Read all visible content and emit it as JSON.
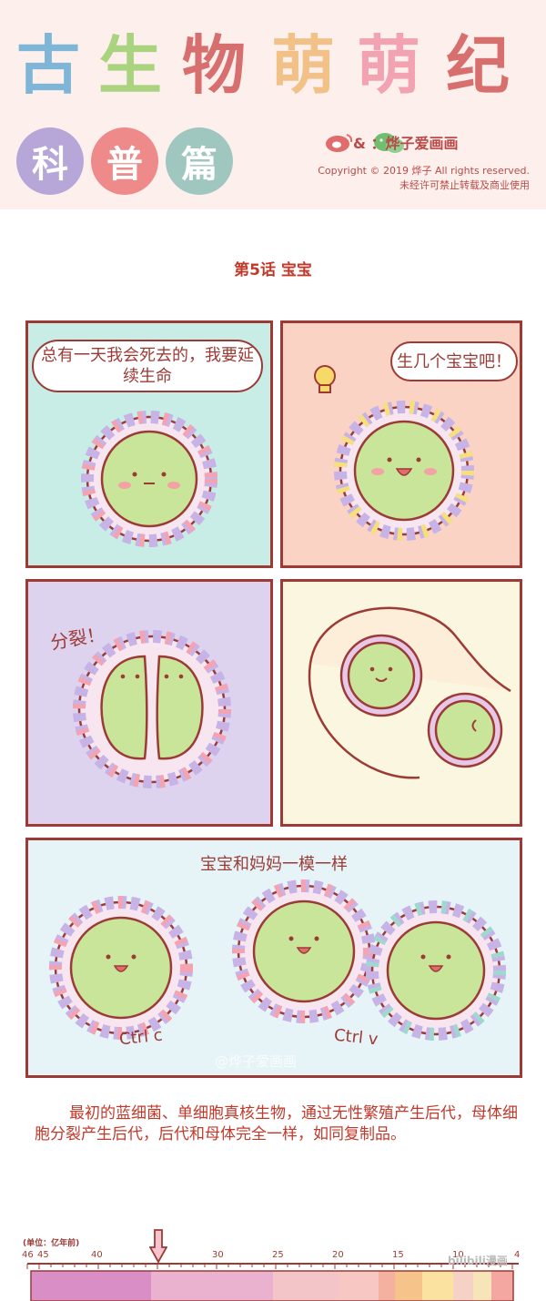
{
  "header": {
    "title_chars": [
      "古",
      "生",
      "物",
      "萌",
      "萌",
      "纪"
    ],
    "title_colors": [
      "#7fb6d8",
      "#a9d37f",
      "#d86f6f",
      "#f2c188",
      "#f2a2b0",
      "#d86f6f"
    ],
    "subtitle_chars": [
      "科",
      "普",
      "篇"
    ],
    "subtitle_colors": [
      "#b7a6d8",
      "#ef8a8a",
      "#9fc7c0"
    ],
    "author": "& ：烨子爱画画",
    "copyright": "Copyright © 2019 烨子 All rights reserved.",
    "copyright_note": "未经许可禁止转载及商业使用"
  },
  "episode_title": "第5话  宝宝",
  "panels": {
    "p1": {
      "bubble": "总有一天我会死去的，我要延续生命",
      "bg": "#c8ece6"
    },
    "p2": {
      "bubble": "生几个宝宝吧！",
      "bg": "#fbd3c4"
    },
    "p3": {
      "caption": "分裂！",
      "bg": "#ddd3ef"
    },
    "p4": {
      "bg": "#fbf6df"
    },
    "p5": {
      "caption": "宝宝和妈妈一模一样",
      "label_left": "Ctrl c",
      "label_right": "Ctrl v",
      "watermark": "@烨子爱画画",
      "bg": "#e6f3f7"
    }
  },
  "description": "最初的蓝细菌、单细胞真核生物，通过无性繁殖产生后代，母体细胞分裂产生后代，后代和母体完全一样，如同复制品。",
  "timeline": {
    "unit_label": "(单位：亿年前)",
    "ticks": [
      "46",
      "45",
      "40",
      "30",
      "25",
      "20",
      "15",
      "10",
      "4"
    ],
    "marker_value": 35
  },
  "site_watermark": "bilibili漫画"
}
